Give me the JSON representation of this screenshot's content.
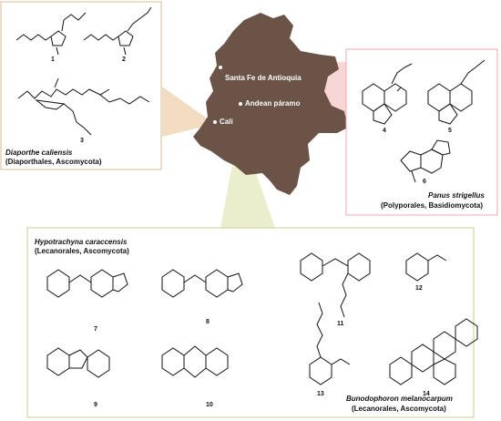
{
  "cities": [
    {
      "name": "Santa Fe de Antioquia"
    },
    {
      "name": "Andean páramo"
    },
    {
      "name": "Cali"
    }
  ],
  "panels": {
    "diaporthe": {
      "species": "Diaporthe caliensis",
      "taxonomy": "(Diaporthales, Ascomycota)",
      "compounds": [
        "1",
        "2",
        "3"
      ]
    },
    "panus": {
      "species": "Panus strigellus",
      "taxonomy": "(Polyporales, Basidiomycota)",
      "compounds": [
        "4",
        "5",
        "6"
      ]
    },
    "hypotrachyna": {
      "species": "Hypotrachyna caraccensis",
      "taxonomy": "(Lecanorales, Ascomycota)",
      "compounds": [
        "7",
        "8",
        "9",
        "10"
      ]
    },
    "bunodophoron": {
      "species": "Bunodophoron melanocarpum",
      "taxonomy": "(Lecanorales, Ascomycota)",
      "compounds": [
        "11",
        "12",
        "13",
        "14"
      ]
    }
  },
  "colors": {
    "map_fill": "#6b5447",
    "panel_left_border": "#d8b896",
    "panel_left_beam": "#f1d9bd",
    "panel_right_border": "#f0a8a8",
    "panel_right_beam": "#f8d2d2",
    "panel_bottom_border": "#c9cd92",
    "panel_bottom_beam": "#e9ecc8"
  }
}
